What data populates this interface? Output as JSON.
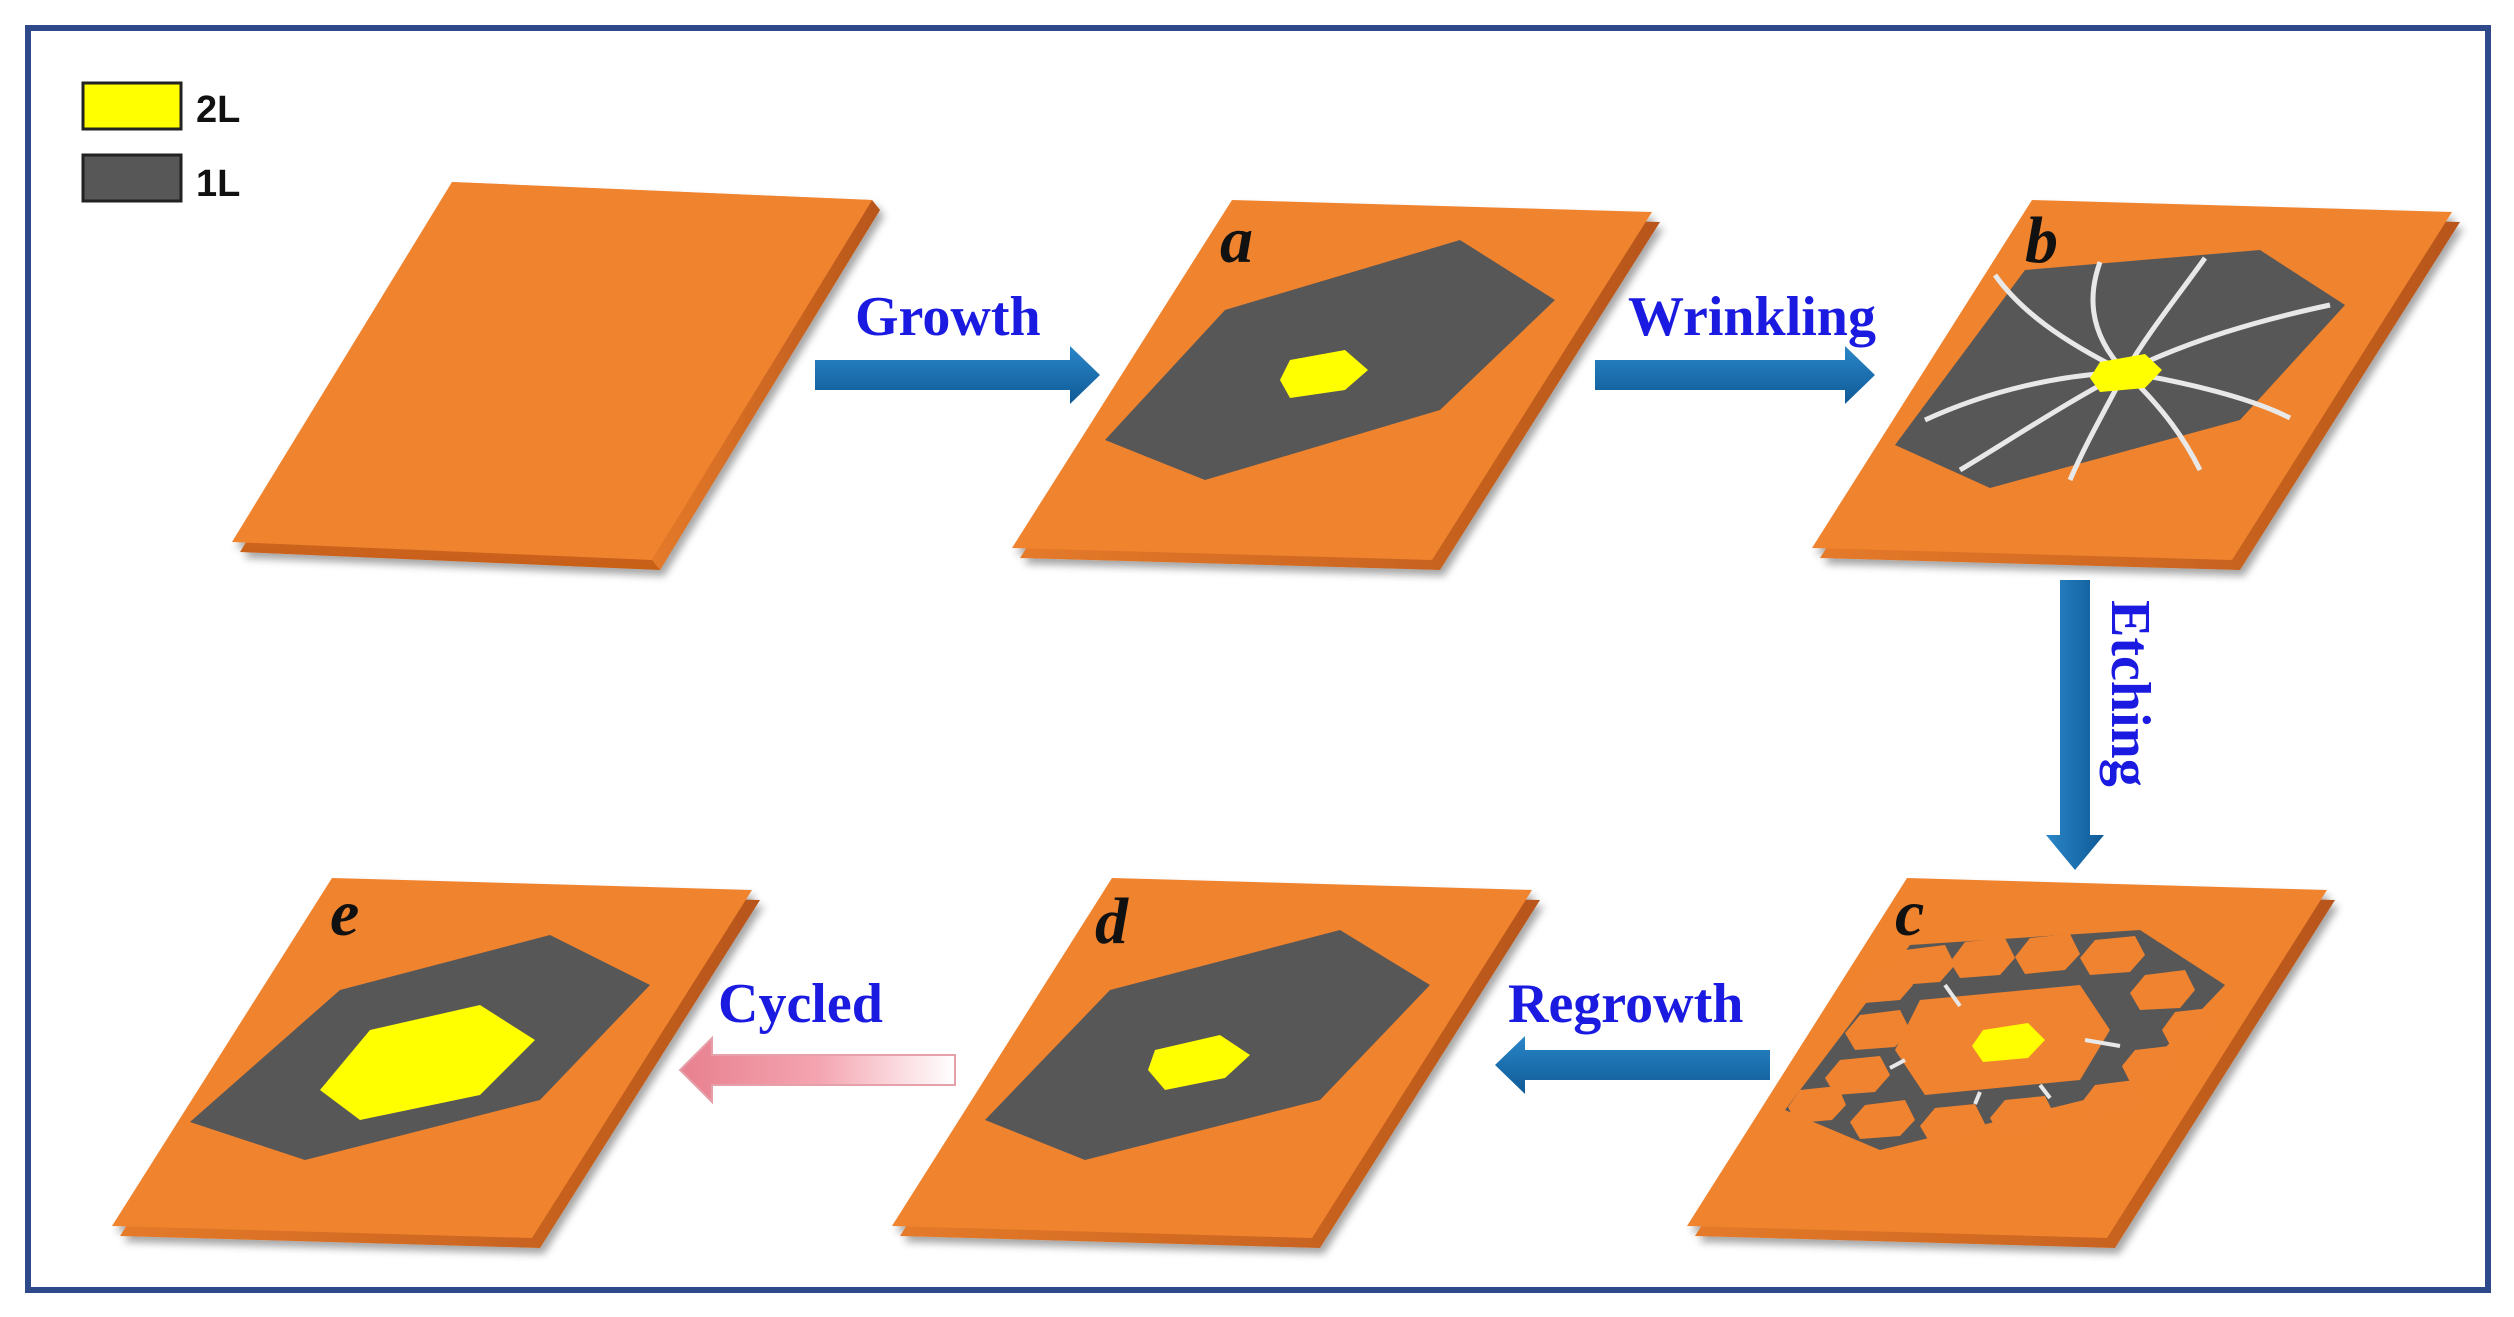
{
  "legend": [
    {
      "label": "2L",
      "color": "#ffff00"
    },
    {
      "label": "1L",
      "color": "#575757"
    }
  ],
  "panels": [
    {
      "id": "start",
      "letter": ""
    },
    {
      "id": "a",
      "letter": "a"
    },
    {
      "id": "b",
      "letter": "b"
    },
    {
      "id": "c",
      "letter": "c"
    },
    {
      "id": "d",
      "letter": "d"
    },
    {
      "id": "e",
      "letter": "e"
    }
  ],
  "steps": {
    "growth": "Growth",
    "wrinkling": "Wrinkling",
    "etching": "Etching",
    "regrowth": "Regrowth",
    "cycled": "Cycled"
  },
  "colors": {
    "substrate": "#f0832f",
    "substrate_edge": "#c8601a",
    "monolayer": "#575757",
    "bilayer": "#ffff00",
    "arrow": "#1f6fb0",
    "label": "#1a1ae0",
    "frame": "#2e4a8a",
    "cycled_arrow": "#f08a9a"
  }
}
